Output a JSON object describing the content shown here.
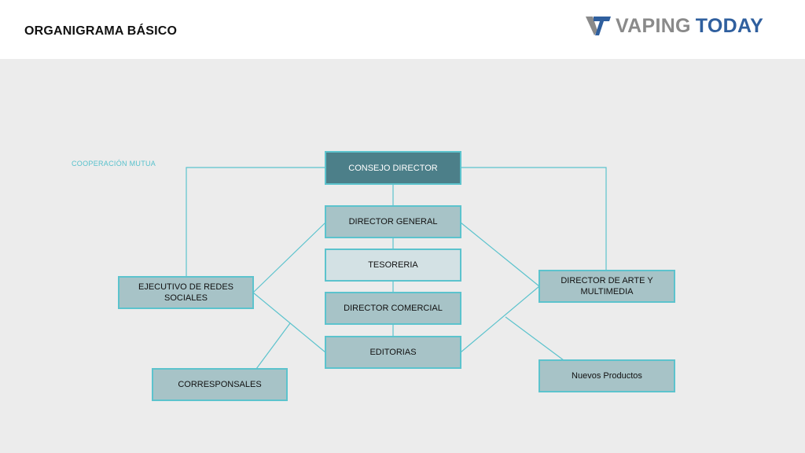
{
  "header": {
    "title": "ORGANIGRAMA BÁSICO",
    "brand": {
      "word1": "VAPING",
      "word2": "TODAY"
    }
  },
  "legend": {
    "cooperation": "COOPERACIÓN MUTUA"
  },
  "nodes": {
    "consejo": "CONSEJO DIRECTOR",
    "director_general": "DIRECTOR GENERAL",
    "tesoreria": "TESORERIA",
    "director_comercial": "DIRECTOR COMERCIAL",
    "editorias": "EDITORIAS",
    "ejecutivo": "EJECUTIVO DE REDES SOCIALES",
    "corresponsales": "CORRESPONSALES",
    "arte": "DIRECTOR DE ARTE Y MULTIMEDIA",
    "nuevos": "Nuevos Productos"
  },
  "colors": {
    "connector": "#5cc3cd",
    "node_fill": "#a7c3c7",
    "top_fill": "#4c7f89",
    "light_fill": "#d3e1e4",
    "brand_blue": "#2f5f9e",
    "brand_grey": "#8a8a8a"
  }
}
